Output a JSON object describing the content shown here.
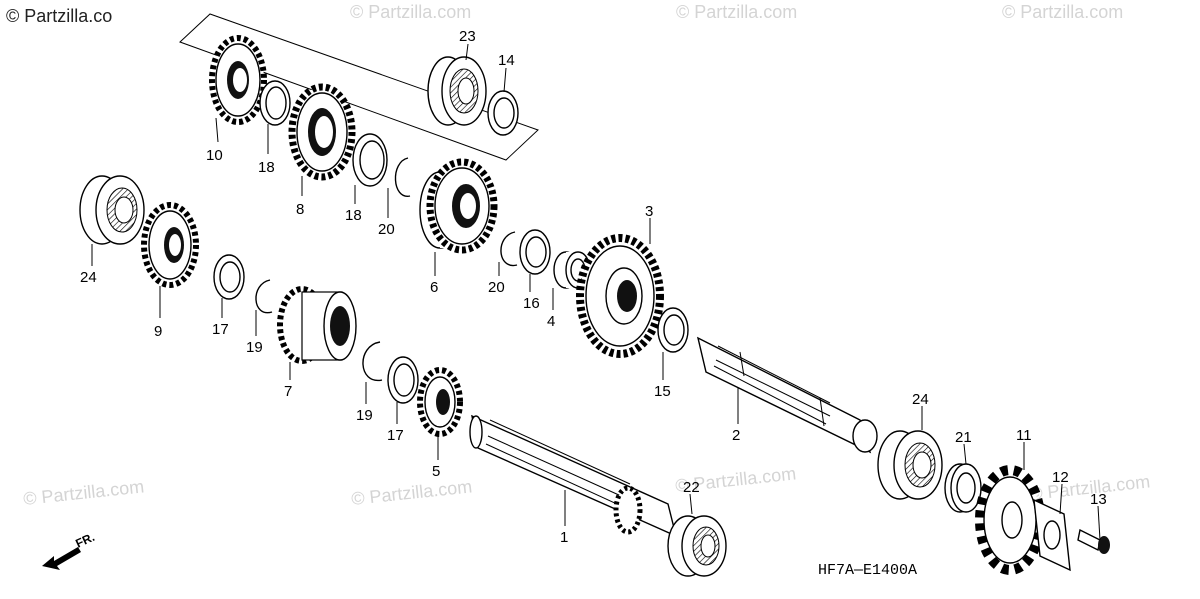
{
  "watermark": {
    "top_left": "© Partzilla.co",
    "repeat": "© Partzilla.com"
  },
  "diagram_code": "HF7A—E1400A",
  "direction_label": "FR.",
  "callouts": {
    "p1": "1",
    "p2": "2",
    "p3": "3",
    "p4": "4",
    "p5": "5",
    "p6": "6",
    "p7": "7",
    "p8": "8",
    "p9": "9",
    "p10": "10",
    "p11": "11",
    "p12": "12",
    "p13": "13",
    "p14": "14",
    "p15": "15",
    "p16": "16",
    "p17a": "17",
    "p17b": "17",
    "p18a": "18",
    "p18b": "18",
    "p19a": "19",
    "p19b": "19",
    "p20a": "20",
    "p20b": "20",
    "p21": "21",
    "p22": "22",
    "p23": "23",
    "p24a": "24",
    "p24b": "24"
  },
  "icons": {
    "arrow": "front-direction-arrow-icon"
  }
}
